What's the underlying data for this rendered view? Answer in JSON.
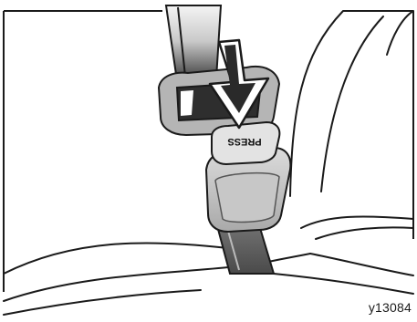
{
  "illustration": {
    "subject": "seat-belt-buckle",
    "buckle_button_text": "PRESS",
    "figure_code": "y13084"
  },
  "colors": {
    "ink": "#1a1a1a",
    "belt_dark": "#2e2e2e",
    "belt_mid": "#8c8c8c",
    "gray_light": "#cfcfcf",
    "gray_mid": "#a6a6a6"
  }
}
